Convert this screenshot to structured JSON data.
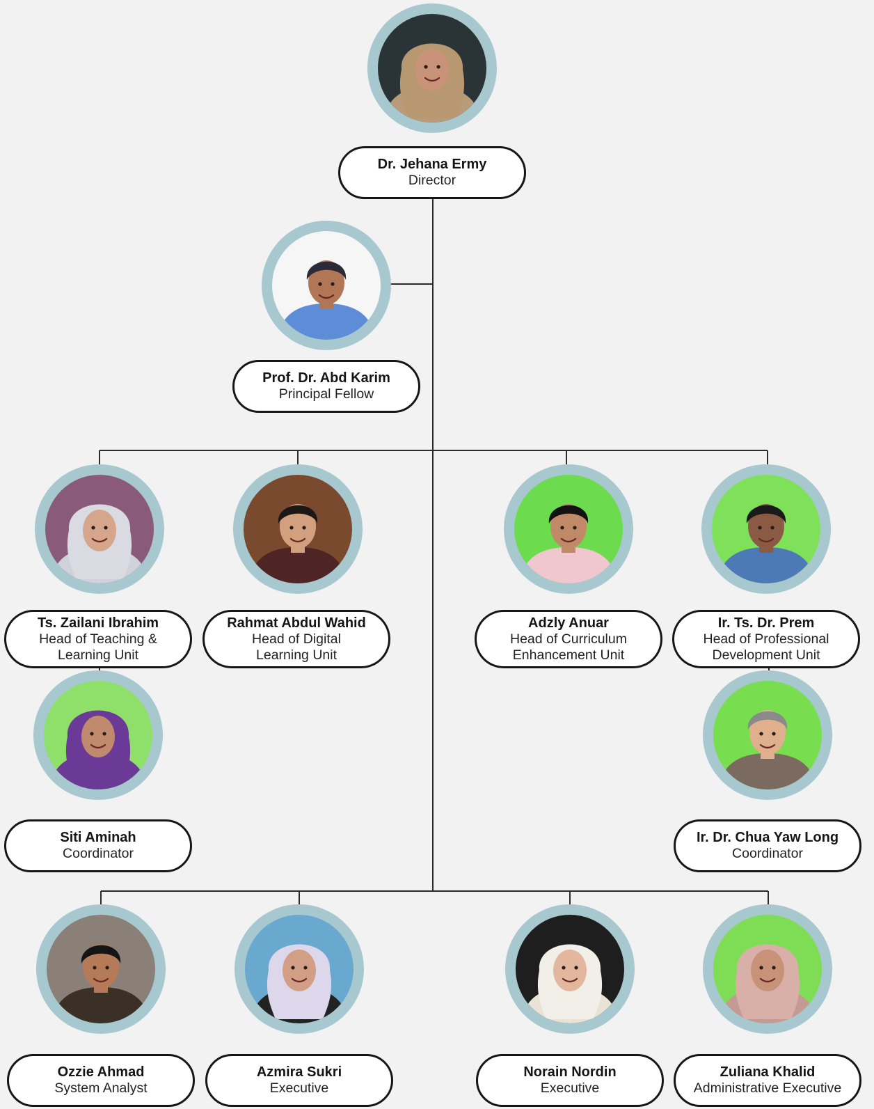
{
  "people": [
    {
      "id": "director",
      "name": "Dr. Jehana Ermy",
      "role_lines": [
        "Director"
      ],
      "photo": {
        "bg": "#2a3336",
        "skin": "#c89378",
        "hair": "#b89870",
        "hijab": true,
        "cloth": "#b99a7a"
      }
    },
    {
      "id": "principal-fellow",
      "name": "Prof. Dr. Abd Karim",
      "role_lines": [
        "Principal Fellow"
      ],
      "photo": {
        "bg": "#f6f6f6",
        "skin": "#b07656",
        "hair": "#2b2a36",
        "hijab": false,
        "cloth": "#5c8dd6"
      }
    },
    {
      "id": "head-teaching",
      "name": "Ts. Zailani Ibrahim",
      "role_lines": [
        "Head of Teaching &",
        "Learning Unit"
      ],
      "photo": {
        "bg": "#8a5a7a",
        "skin": "#d5a58c",
        "hair": "#dadbe2",
        "hijab": true,
        "cloth": "#cfd2da"
      }
    },
    {
      "id": "head-digital",
      "name": "Rahmat Abdul Wahid",
      "role_lines": [
        "Head of Digital",
        "Learning Unit"
      ],
      "photo": {
        "bg": "#7a4a2e",
        "skin": "#d3a07f",
        "hair": "#1d1715",
        "hijab": false,
        "cloth": "#4e2424"
      }
    },
    {
      "id": "head-curriculum",
      "name": "Adzly Anuar",
      "role_lines": [
        "Head of Curriculum",
        "Enhancement Unit"
      ],
      "photo": {
        "bg": "#6cdc4e",
        "skin": "#c08a68",
        "hair": "#121212",
        "hijab": false,
        "cloth": "#f0c6cf"
      }
    },
    {
      "id": "head-professional",
      "name": "Ir. Ts. Dr. Prem",
      "role_lines": [
        "Head of Professional",
        "Development Unit"
      ],
      "photo": {
        "bg": "#7fe05a",
        "skin": "#8a5a44",
        "hair": "#1a1a1a",
        "hijab": false,
        "cloth": "#4d79b6"
      }
    },
    {
      "id": "coordinator-siti",
      "name": "Siti Aminah",
      "role_lines": [
        "Coordinator"
      ],
      "photo": {
        "bg": "#8fe06a",
        "skin": "#c08a6e",
        "hair": "#6b3a96",
        "hijab": true,
        "cloth": "#6b3a96"
      }
    },
    {
      "id": "coordinator-chua",
      "name": "Ir. Dr. Chua Yaw Long",
      "role_lines": [
        "Coordinator"
      ],
      "photo": {
        "bg": "#78de50",
        "skin": "#e0b08e",
        "hair": "#8a8a8a",
        "hijab": false,
        "cloth": "#7a6a60"
      }
    },
    {
      "id": "system-analyst",
      "name": "Ozzie Ahmad",
      "role_lines": [
        "System Analyst"
      ],
      "photo": {
        "bg": "#8a8078",
        "skin": "#b57a58",
        "hair": "#151515",
        "hijab": false,
        "cloth": "#3a3026"
      }
    },
    {
      "id": "executive-azmira",
      "name": "Azmira Sukri",
      "role_lines": [
        "Executive"
      ],
      "photo": {
        "bg": "#6aa9cf",
        "skin": "#d29f86",
        "hair": "#dcd7ea",
        "hijab": true,
        "cloth": "#222222"
      }
    },
    {
      "id": "executive-norain",
      "name": "Norain Nordin",
      "role_lines": [
        "Executive"
      ],
      "photo": {
        "bg": "#1e1e1e",
        "skin": "#e2b79e",
        "hair": "#f2efe9",
        "hijab": true,
        "cloth": "#e9e3d6"
      }
    },
    {
      "id": "admin-executive",
      "name": "Zuliana Khalid",
      "role_lines": [
        "Administrative Executive"
      ],
      "photo": {
        "bg": "#7edd55",
        "skin": "#c89278",
        "hair": "#d8b0a8",
        "hijab": true,
        "cloth": "#c49a94"
      }
    }
  ],
  "colors": {
    "background": "#f2f2f2",
    "photo_ring": "#a7c8ce",
    "card_border": "#161616",
    "line": "#2b2b2b"
  }
}
